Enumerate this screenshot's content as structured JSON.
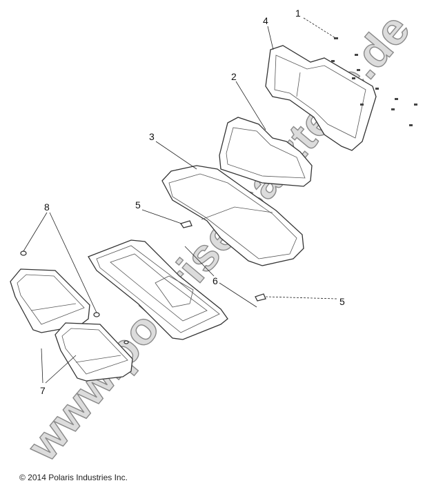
{
  "diagram": {
    "callouts": [
      "1",
      "2",
      "3",
      "4",
      "5",
      "5",
      "6",
      "7",
      "8"
    ],
    "watermark": "www.polarisersatzteile.de"
  },
  "footer": {
    "copyright": "© 2014 Polaris Industries Inc."
  }
}
